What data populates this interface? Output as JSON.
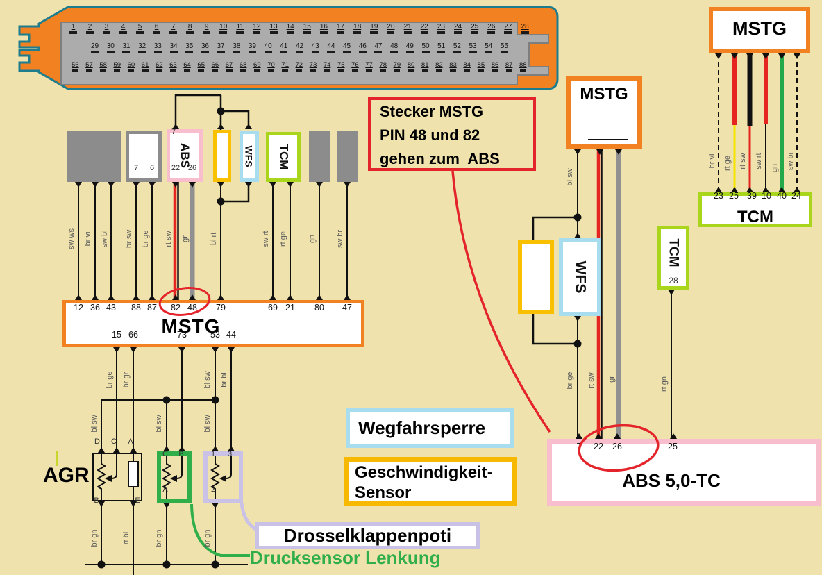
{
  "colors": {
    "background": "#EFE2AD",
    "orange": "#F28122",
    "teal": "#1D7C8E",
    "pink": "#F9BECD",
    "gold": "#F9C000",
    "light_blue": "#A8DCEF",
    "yellow_green": "#A9D61C",
    "green": "#2FAE49",
    "lavender": "#C9C1E6",
    "red": "#E3242B",
    "gray": "#8C8C8C"
  },
  "connector": {
    "rows": [
      [
        "1",
        "2",
        "3",
        "4",
        "5",
        "6",
        "7",
        "8",
        "9",
        "10",
        "11",
        "12",
        "13",
        "14",
        "15",
        "16",
        "17",
        "18",
        "19",
        "20",
        "21",
        "22",
        "23",
        "24",
        "25",
        "26",
        "27",
        "28"
      ],
      [
        "29",
        "30",
        "31",
        "32",
        "33",
        "34",
        "35",
        "36",
        "37",
        "38",
        "39",
        "40",
        "41",
        "42",
        "43",
        "44",
        "45",
        "46",
        "47",
        "48",
        "49",
        "50",
        "51",
        "52",
        "53",
        "54",
        "55"
      ],
      [
        "56",
        "57",
        "58",
        "59",
        "60",
        "61",
        "62",
        "63",
        "64",
        "65",
        "66",
        "67",
        "68",
        "69",
        "70",
        "71",
        "72",
        "73",
        "74",
        "75",
        "76",
        "77",
        "78",
        "79",
        "80",
        "81",
        "82",
        "83",
        "84",
        "85",
        "86",
        "87",
        "88"
      ]
    ]
  },
  "left": {
    "wire_labels": [
      "sw ws",
      "br vi",
      "sw bl",
      "br sw",
      "br ge",
      "rt sw",
      "gr",
      "bl rt",
      "sw rt",
      "rt ge",
      "gn",
      "sw br"
    ],
    "blocks": {
      "white_pins": [
        "7",
        "6"
      ],
      "abs_title": "ABS",
      "abs_top_pin": "7",
      "abs_pins": [
        "22",
        "26"
      ],
      "wfs": "WFS",
      "tcm": "TCM"
    }
  },
  "mstg_left": {
    "title": "MSTG",
    "top_pins": [
      "12",
      "36",
      "43",
      "88",
      "87",
      "82",
      "48",
      "79",
      "69",
      "21",
      "80",
      "47"
    ],
    "bottom_pins": [
      "15",
      "66",
      "73",
      "53",
      "44"
    ]
  },
  "annotation": {
    "l1": "Stecker MSTG",
    "l2": "PIN 48 und 82",
    "l3": "gehen zum  ABS"
  },
  "bottom": {
    "agr": "AGR",
    "agr_top": [
      "D",
      "C",
      "A"
    ],
    "agr_bottom": [
      "B",
      "E"
    ],
    "green_pins": [
      "C",
      "B",
      "A"
    ],
    "purple_pins": [
      "1",
      "3",
      "2"
    ],
    "upper_labels": [
      "br ge",
      "br gr",
      "bl sw",
      "br bl"
    ],
    "mid_labels": [
      "bl sw",
      "bl sw",
      "bl sw"
    ],
    "lower_labels": [
      "br gn",
      "rt bl",
      "br gn",
      "br gn"
    ]
  },
  "legend": {
    "wegfahrsperre": "Wegfahrsperre",
    "geschwindigkeit1": "Geschwindigkeit-",
    "geschwindigkeit2": "Sensor",
    "drossel": "Drosselklappenpoti",
    "drucksensor": "Drucksensor Lenkung"
  },
  "right": {
    "mstg": "MSTG",
    "wfs": "WFS",
    "tcm": "TCM",
    "tcm_pin": "28",
    "abs_title": "ABS 5,0-TC",
    "abs_pins": [
      "7",
      "22",
      "26",
      "25"
    ],
    "wire_labels": [
      "bl sw",
      "br ge",
      "rt sw",
      "gr",
      "rt gn"
    ]
  },
  "top_right": {
    "mstg": "MSTG",
    "tcm": "TCM",
    "tcm_pins": [
      "23",
      "25",
      "39",
      "10",
      "40",
      "24"
    ],
    "wire_labels": [
      "br vi",
      "rt ge",
      "rt sw",
      "sw rt",
      "gn",
      "sw br"
    ]
  }
}
